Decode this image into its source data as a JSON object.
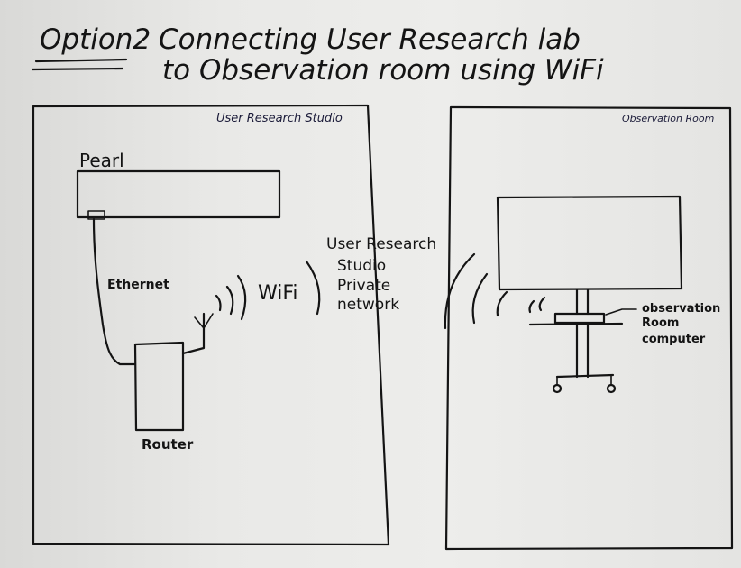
{
  "title": {
    "option": "Option2",
    "line1": "Connecting User Research lab",
    "line2": "to Observation room using WiFi"
  },
  "rooms": {
    "studio": "User Research Studio",
    "observation": "Observation Room"
  },
  "devices": {
    "pearl": "Pearl",
    "ethernet": "Ethernet",
    "router": "Router",
    "wifi": "WiFi",
    "network": [
      "User Research",
      "Studio",
      "Private",
      "network"
    ],
    "computer": [
      "observation",
      "Room",
      "computer"
    ]
  }
}
